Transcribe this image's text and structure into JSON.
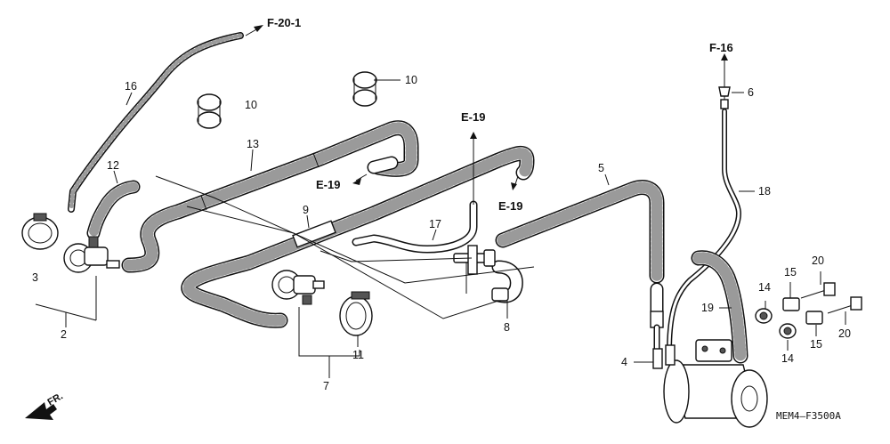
{
  "diagram": {
    "part_numbers": {
      "p16": "16",
      "p10a": "10",
      "p10b": "10",
      "p13": "13",
      "p12": "12",
      "p3": "3",
      "p2": "2",
      "p9": "9",
      "p17": "17",
      "p5": "5",
      "p8": "8",
      "p11": "11",
      "p7": "7",
      "p6": "6",
      "p18": "18",
      "p4": "4",
      "p19": "19",
      "p14a": "14",
      "p15a": "15",
      "p20a": "20",
      "p14b": "14",
      "p15b": "15",
      "p20b": "20"
    },
    "references": {
      "f20_1": "F-20-1",
      "f16": "F-16",
      "e19_a": "E-19",
      "e19_b": "E-19",
      "e19_c": "E-19"
    },
    "direction_label": "FR.",
    "drawing_code": "MEM4—F3500A"
  }
}
